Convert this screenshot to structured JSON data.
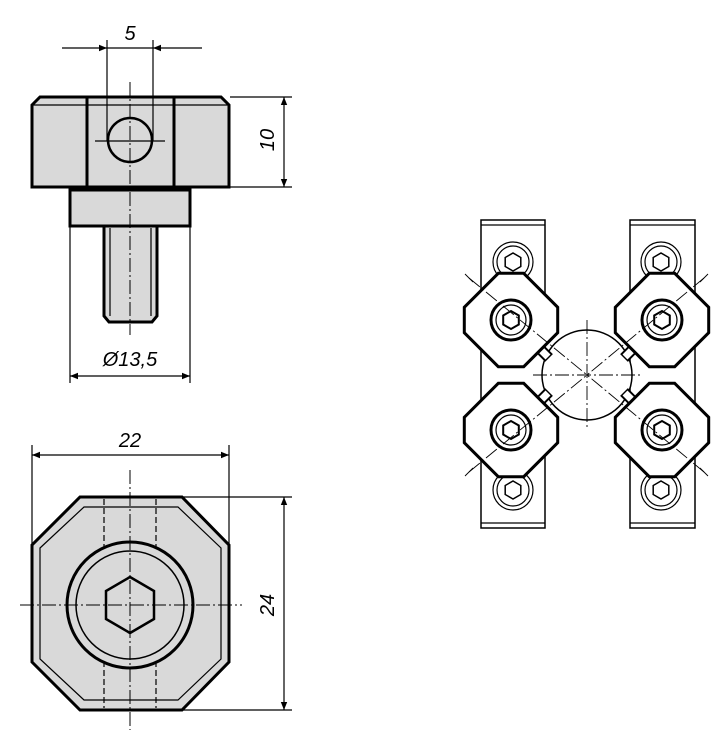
{
  "drawing": {
    "dimensions": {
      "hole_offset": "5",
      "height": "10",
      "collar_diameter": "Ø13,5",
      "width": "22",
      "length": "24"
    },
    "colors": {
      "fill": "#d9d9d9",
      "line": "#000000"
    }
  }
}
